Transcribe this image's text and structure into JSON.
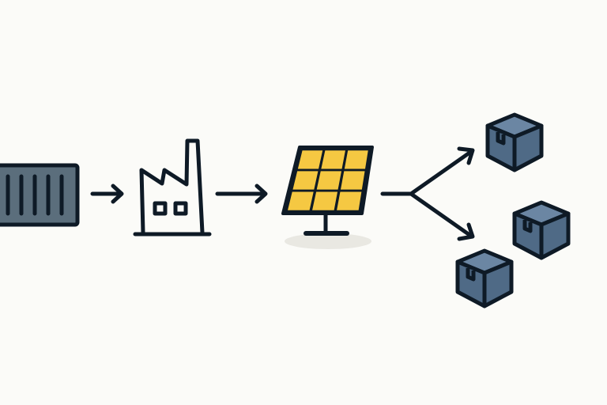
{
  "colors": {
    "background": "#fbfbf8",
    "outline": "#0e1a26",
    "container_fill": "#5b6e7c",
    "panel_cell": "#f5c842",
    "box_side": "#4f6a86",
    "box_top": "#6b86a3",
    "shadow": "#e9e8e2"
  },
  "diagram": {
    "stages": [
      "shipping-container",
      "factory",
      "solar-panel",
      "boxes"
    ],
    "box_count": 3
  }
}
